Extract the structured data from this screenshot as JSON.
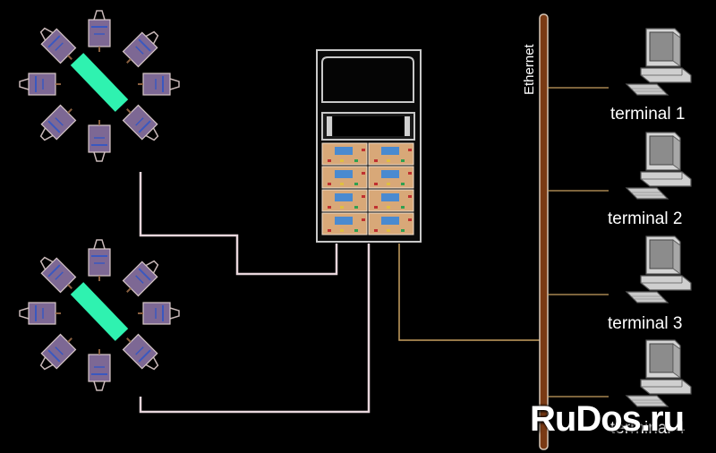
{
  "network": {
    "bus_label": "Ethernet",
    "terminals": [
      {
        "label": "terminal 1"
      },
      {
        "label": "terminal 2"
      },
      {
        "label": "terminal 3"
      },
      {
        "label": "terminal 4"
      }
    ]
  },
  "watermark": "RuDos.ru",
  "colors": {
    "background": "#000000",
    "wire": "#e8d6dc",
    "ethernet_line": "#c8a060",
    "bus": "#7a3a14",
    "tube": "#2ff2b0",
    "module_body": "#7d6894",
    "controller_frame": "#c8c8c8",
    "controller_board": "#d8a878"
  }
}
